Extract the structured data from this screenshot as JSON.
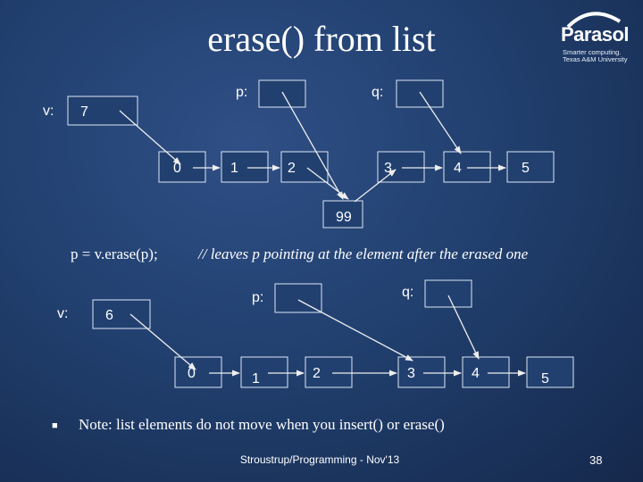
{
  "title": "erase() from list",
  "logo": {
    "word": "Parasol",
    "line1": "Smarter computing.",
    "line2": "Texas A&M University"
  },
  "top_diagram": {
    "v_label": "v:",
    "v_size": "7",
    "p_label": "p:",
    "q_label": "q:",
    "nodes": [
      "0",
      "1",
      "2",
      "3",
      "4",
      "5"
    ],
    "inserted": "99"
  },
  "code": "p = v.erase(p);",
  "comment": "// leaves p pointing at the element after the erased one",
  "bottom_diagram": {
    "v_label": "v:",
    "v_size": "6",
    "p_label": "p:",
    "q_label": "q:",
    "nodes": [
      "0",
      "1",
      "2",
      "3",
      "4",
      "5"
    ]
  },
  "note": "Note: list elements do not move when you insert() or erase()",
  "bullet": "■",
  "footer": "Stroustrup/Programming - Nov'13",
  "page_number": "38",
  "colors": {
    "background": "#21406f",
    "text": "#ffffff",
    "lines": "#eeeeee"
  }
}
